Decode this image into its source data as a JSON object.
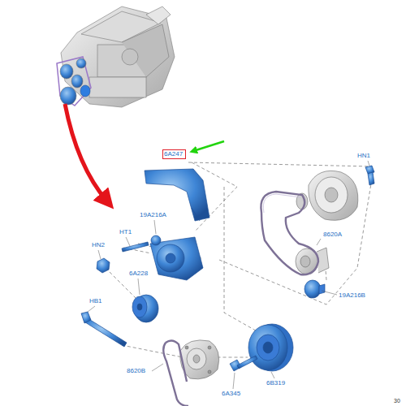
{
  "diagram": {
    "nodes": [
      {
        "text": [
          "6A247"
        ]
      }
    ],
    "labels": [
      "HN1",
      "19A216A",
      "HT1",
      "8620A",
      "HN2",
      "6A228",
      "19A216B",
      "HB1",
      "8620B",
      "6B319",
      "6A345",
      "30"
    ]
  }
}
